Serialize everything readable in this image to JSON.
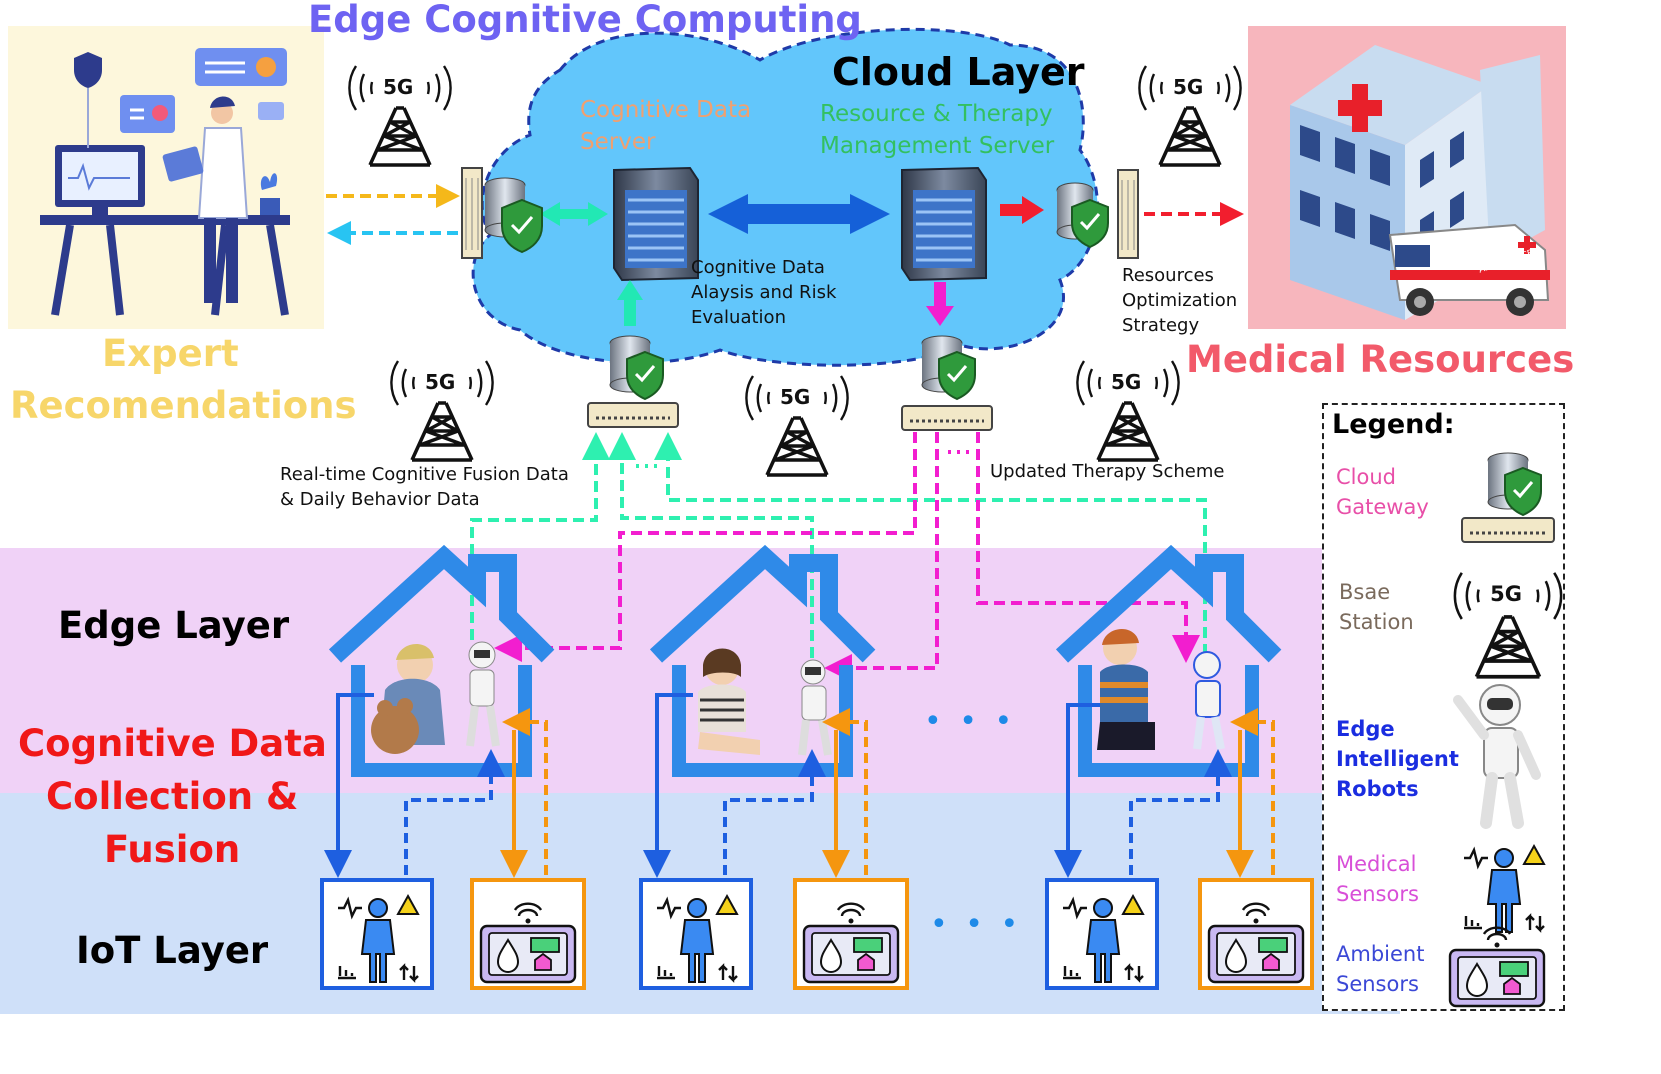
{
  "title": "Edge Cognitive Computing",
  "cloud": {
    "title": "Cloud Layer",
    "cognitive_server_line1": "Cognitive Data",
    "cognitive_server_line2": "Server",
    "resource_server_line1": "Resource & Therapy",
    "resource_server_line2": "Management Server",
    "analysis_line1": "Cognitive Data",
    "analysis_line2": "Alaysis and Risk",
    "analysis_line3": "Evaluation",
    "optimization_line1": "Resources",
    "optimization_line2": "Optimization",
    "optimization_line3": "Strategy"
  },
  "expert": {
    "line1": "Expert",
    "line2": "Recomendations"
  },
  "medical_resources": "Medical Resources",
  "ambulance_text": "AMBULANCE",
  "flows": {
    "realtime_line1": "Real-time Cognitive Fusion Data",
    "realtime_line2": "& Daily Behavior Data",
    "updated_therapy": "Updated Therapy Scheme"
  },
  "layers": {
    "edge": "Edge Layer",
    "collection_line1": "Cognitive Data",
    "collection_line2": "Collection &",
    "collection_line3": "Fusion",
    "iot": "IoT Layer"
  },
  "tower_label": "5G",
  "ellipsis": "• • •",
  "legend": {
    "title": "Legend:",
    "items": [
      {
        "line1": "Cloud",
        "line2": "Gateway",
        "line3": "",
        "color": "#e84fa8",
        "icon": "gateway-icon"
      },
      {
        "line1": "Bsae",
        "line2": "Station",
        "line3": "",
        "color": "#7a6a5c",
        "icon": "5g-tower-icon"
      },
      {
        "line1": "Edge",
        "line2": "Intelligent",
        "line3": "Robots",
        "color": "#1a2de0",
        "icon": "robot-icon"
      },
      {
        "line1": "Medical",
        "line2": "Sensors",
        "line3": "",
        "color": "#d84fd8",
        "icon": "medical-sensor-icon"
      },
      {
        "line1": "Ambient",
        "line2": "Sensors",
        "line3": "",
        "color": "#3b48d6",
        "icon": "ambient-sensor-icon"
      }
    ]
  },
  "colors": {
    "edge_band": "#f0d2f7",
    "iot_band": "#cfe0f9",
    "cloud_fill": "#62c6fb",
    "title": "#6e63f2",
    "cognitive_server_label": "#f0a070",
    "resource_server_label": "#33c060",
    "expert": "#f7d66a",
    "medical": "#f25a6a",
    "collection": "#f01818",
    "uplink": "#2ef0b0",
    "downlink": "#f21ecf",
    "medical_link": "#1e5fe0",
    "ambient_link": "#f5960f"
  }
}
